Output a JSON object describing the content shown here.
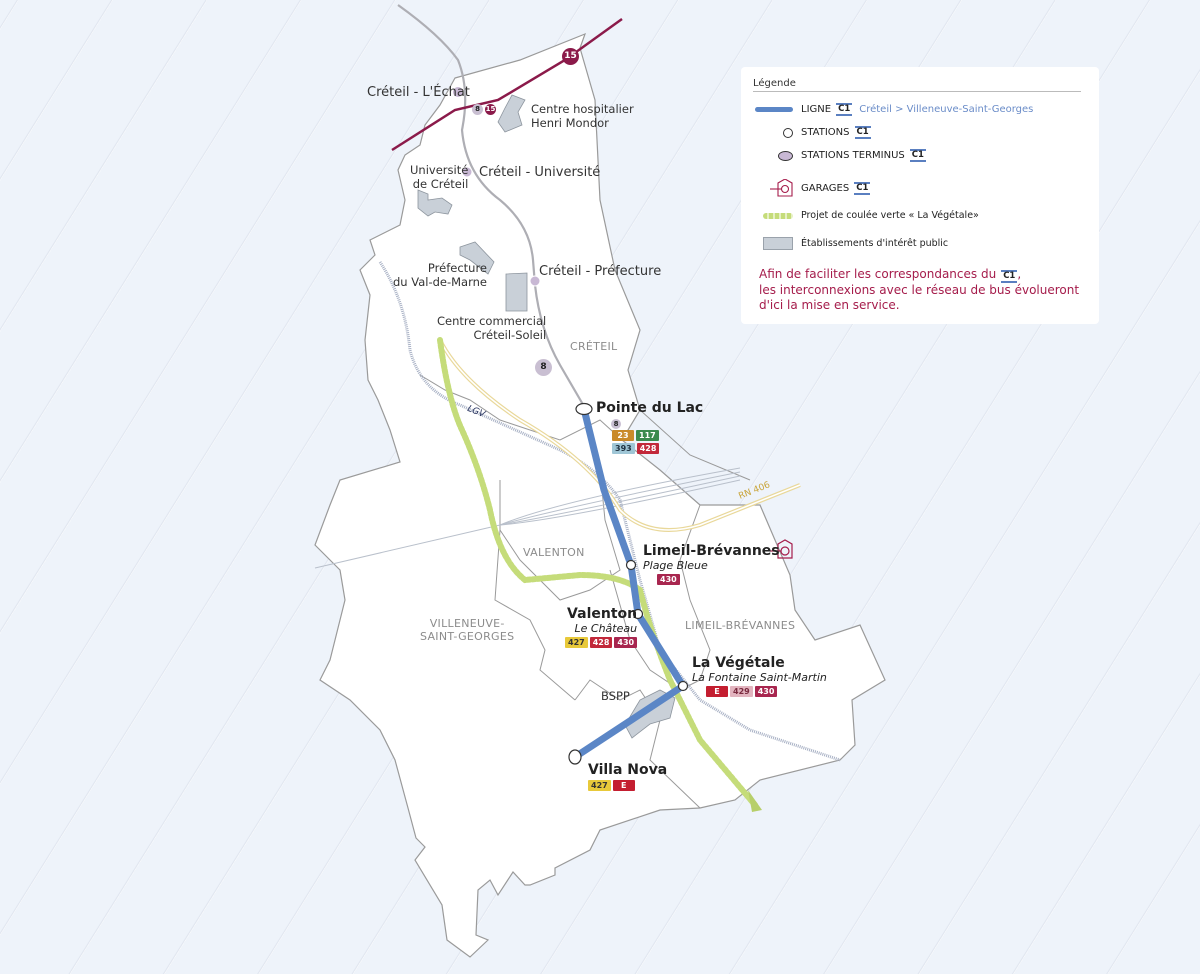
{
  "colors": {
    "background": "#eef3fa",
    "land": "#ffffff",
    "line_c1": "#5b86c6",
    "metro_15": "#8b1a4a",
    "tram_8": "#b8a9c6",
    "green_corridor": "#c5dc7a",
    "public_buildings": "#c9d0d8",
    "note_text": "#a51c4b"
  },
  "legend": {
    "title": "Légende",
    "items": [
      {
        "icon": "line-c1-icon",
        "label": "LIGNE",
        "badge": "C1",
        "sub": "Créteil > Villeneuve-Saint-Georges"
      },
      {
        "icon": "station-icon",
        "label": "STATIONS",
        "badge": "C1"
      },
      {
        "icon": "terminus-icon",
        "label": "STATIONS TERMINUS",
        "badge": "C1"
      },
      {
        "icon": "garage-icon",
        "label": "GARAGES",
        "badge": "C1"
      },
      {
        "icon": "green-corridor-icon",
        "label": "Projet de coulée verte « La Végétale»"
      },
      {
        "icon": "public-building-icon",
        "label": "Établissements d'intérêt public"
      }
    ],
    "note_line1": "Afin de faciliter les correspondances du",
    "note_badge": "C1",
    "note_line1_end": ",",
    "note_line2": "les interconnexions avec le réseau de bus évolueront",
    "note_line3": "d'ici la mise en service."
  },
  "places": {
    "hospital_1": "Centre hospitalier",
    "hospital_2": "Henri Mondor",
    "univ_1": "Université",
    "univ_2": "de Créteil",
    "prefecture_1": "Préfecture",
    "prefecture_2": "du Val-de-Marne",
    "mall_1": "Centre commercial",
    "mall_2": "Créteil-Soleil",
    "bspp": "BSPP"
  },
  "existing_stations": {
    "echat": "Créteil - L'Échat",
    "universite": "Créteil - Université",
    "prefecture": "Créteil - Préfecture"
  },
  "communes": {
    "creteil": "CRÉTEIL",
    "valenton": "VALENTON",
    "vsg_1": "VILLENEUVE-",
    "vsg_2": "SAINT-GEORGES",
    "limeil": "LIMEIL-BRÉVANNES"
  },
  "roads": {
    "lgv": "LGV",
    "rn406": "RN 406"
  },
  "metro_badges": {
    "line_15": "15",
    "line_8": "8"
  },
  "c1_stops": [
    {
      "name": "Pointe du Lac",
      "sub": "",
      "buses": [
        "23",
        "117",
        "393",
        "428"
      ],
      "tram": "8"
    },
    {
      "name": "Limeil-Brévannes",
      "sub": "Plage Bleue",
      "buses": [
        "430"
      ]
    },
    {
      "name": "Valenton",
      "sub": "Le Château",
      "buses": [
        "427",
        "428",
        "430"
      ]
    },
    {
      "name": "La Végétale",
      "sub": "La Fontaine Saint-Martin",
      "buses": [
        "E",
        "429",
        "430"
      ]
    },
    {
      "name": "Villa Nova",
      "sub": "",
      "buses": [
        "427",
        "E"
      ]
    }
  ],
  "bus_colors": {
    "23": "#c98a2a",
    "117": "#3b8a4e",
    "393": "#9fc6d6",
    "428": "#c2283a",
    "430": "#a8264f",
    "427": "#e8c93a",
    "E": "#c41e30",
    "429": "#e2b4bf"
  }
}
